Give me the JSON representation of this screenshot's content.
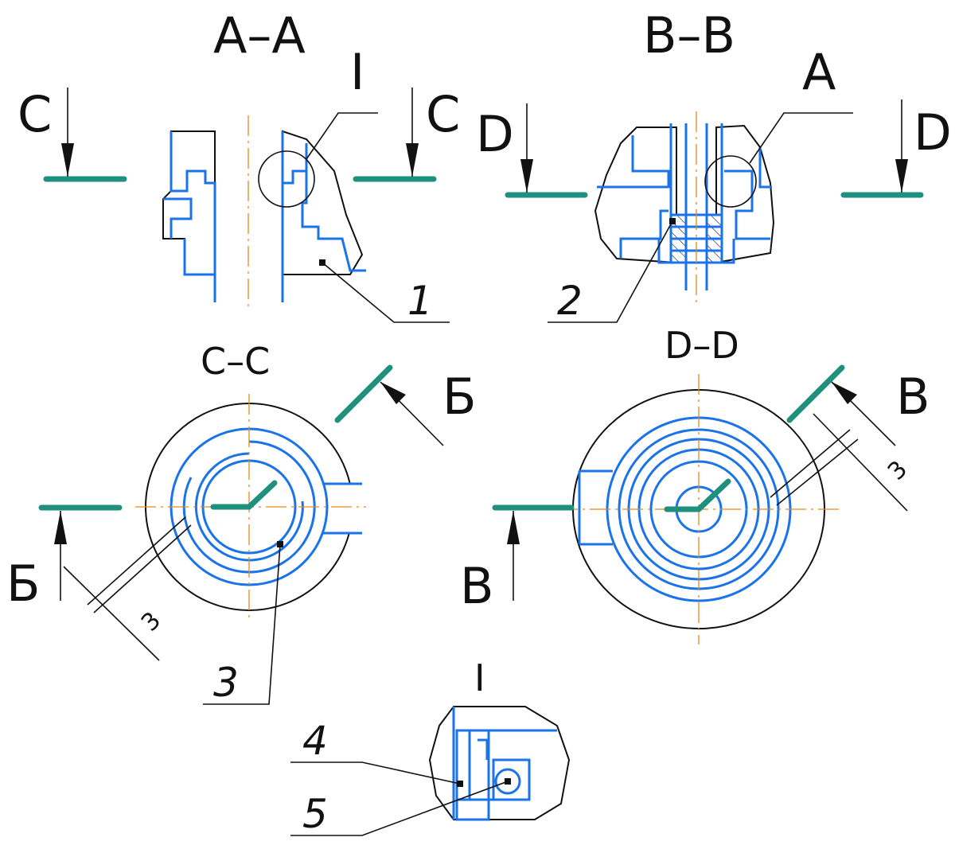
{
  "colors": {
    "part_outline": "#1a73e8",
    "cut_plane": "#1f8f7e",
    "center_line": "#e8891a",
    "ink": "#111111"
  },
  "views": {
    "aa": {
      "title": "A–A",
      "detail_ref": "I",
      "cut_left": "C",
      "cut_right": "C"
    },
    "bb": {
      "title": "B–B",
      "detail_ref": "A",
      "cut_left": "D",
      "cut_right": "D"
    },
    "cc": {
      "title": "C–C",
      "cut_top": "Б",
      "cut_bottom": "Б",
      "dim": "3"
    },
    "dd": {
      "title": "D–D",
      "cut_top": "В",
      "cut_bottom": "В",
      "dim": "3"
    },
    "detail": {
      "title": "I"
    }
  },
  "callouts": [
    "1",
    "2",
    "3",
    "4",
    "5"
  ]
}
